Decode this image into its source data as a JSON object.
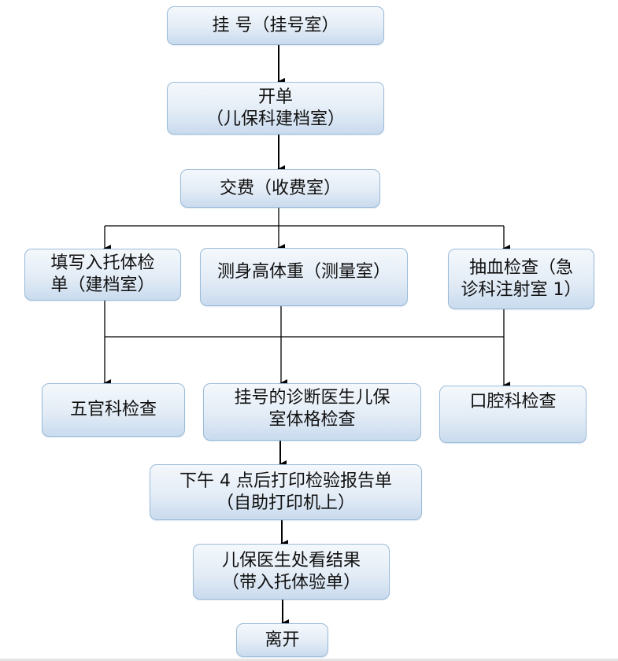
{
  "title": "儿保科入托体检流程图",
  "nodes": {
    "register": {
      "lines": [
        "挂  号（挂号室）"
      ]
    },
    "open_order": {
      "lines": [
        "开单",
        "（儿保科建档室）"
      ]
    },
    "payment": {
      "lines": [
        "交费（收费室）"
      ]
    },
    "fill_form": {
      "lines": [
        "填写入托体检",
        "单（建档室）"
      ]
    },
    "measure": {
      "lines": [
        "测身高体重（测量室）"
      ]
    },
    "blood_test": {
      "lines": [
        "抽血检查（急",
        "诊科注射室 1）"
      ]
    },
    "ent_exam": {
      "lines": [
        "五官科检查"
      ]
    },
    "physical_exam": {
      "lines": [
        "挂号的诊断医生儿保",
        "室体格检查"
      ]
    },
    "dental_exam": {
      "lines": [
        "口腔科检查"
      ]
    },
    "print_report": {
      "lines": [
        "下午 4 点后打印检验报告单",
        "（自助打印机上）"
      ]
    },
    "view_results": {
      "lines": [
        "儿保医生处看结果",
        "（带入托体验单）"
      ]
    },
    "leave": {
      "lines": [
        "离开"
      ]
    }
  },
  "colors": {
    "border": "#9bbbd9",
    "fill_top": "#f4f8fc",
    "fill_bottom": "#c9dbee",
    "connector": "#000000"
  }
}
